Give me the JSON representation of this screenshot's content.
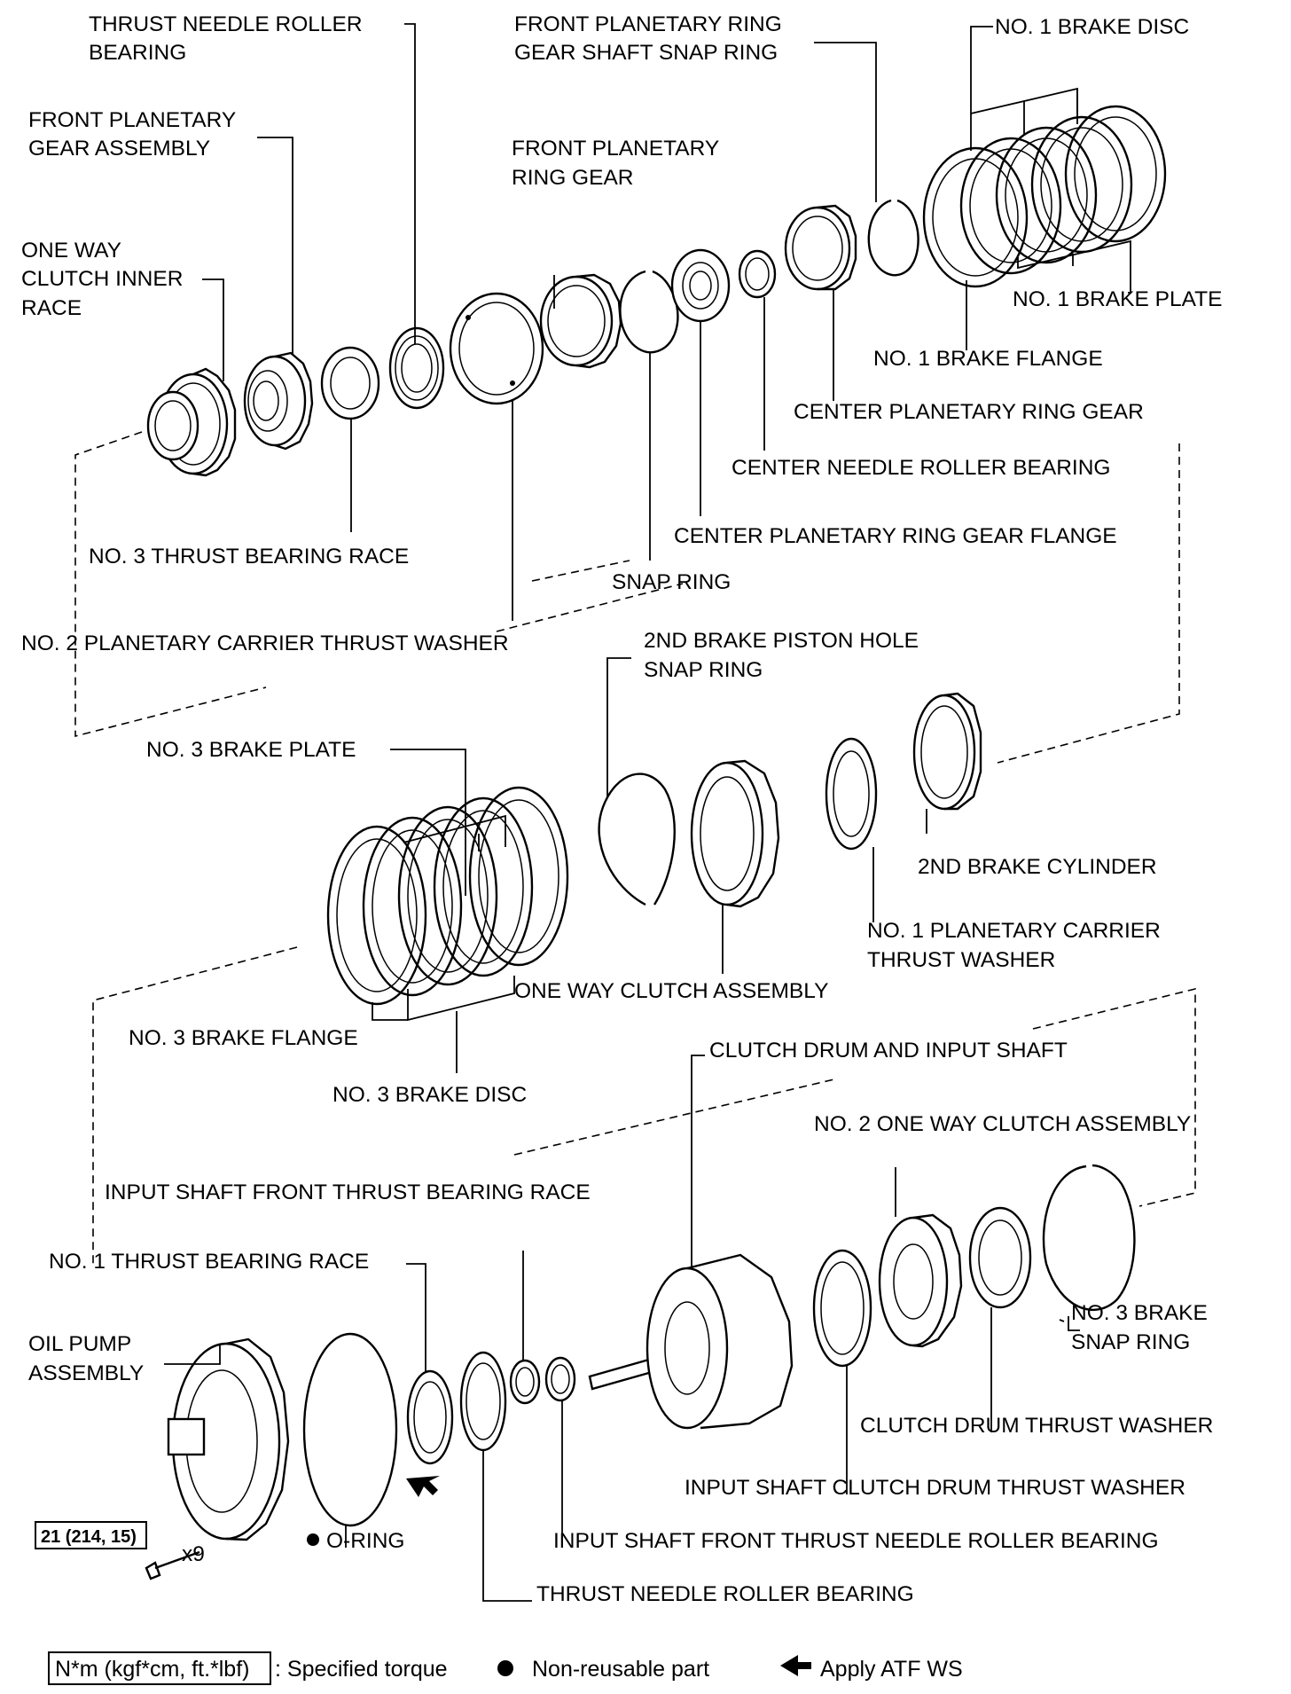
{
  "labels": {
    "thrust_needle_roller_bearing_top": [
      "THRUST NEEDLE ROLLER",
      "BEARING"
    ],
    "front_planetary_ring_gear_shaft_snap_ring": [
      "FRONT PLANETARY RING",
      "GEAR SHAFT SNAP RING"
    ],
    "no1_brake_disc": "NO. 1 BRAKE DISC",
    "front_planetary_gear_assembly": [
      "FRONT PLANETARY",
      "GEAR ASSEMBLY"
    ],
    "front_planetary_ring_gear": [
      "FRONT PLANETARY",
      "RING GEAR"
    ],
    "one_way_clutch_inner_race": [
      "ONE WAY",
      "CLUTCH INNER",
      "RACE"
    ],
    "no1_brake_plate": "NO. 1 BRAKE PLATE",
    "no1_brake_flange": "NO. 1 BRAKE FLANGE",
    "center_planetary_ring_gear": "CENTER PLANETARY RING GEAR",
    "center_needle_roller_bearing": "CENTER NEEDLE ROLLER BEARING",
    "center_planetary_ring_gear_flange": "CENTER PLANETARY RING GEAR FLANGE",
    "no3_thrust_bearing_race": "NO. 3 THRUST BEARING RACE",
    "snap_ring": "SNAP RING",
    "no2_planetary_carrier_thrust_washer": "NO. 2 PLANETARY CARRIER THRUST WASHER",
    "second_brake_piston_hole_snap_ring": [
      "2ND BRAKE PISTON HOLE",
      "SNAP RING"
    ],
    "no3_brake_plate": "NO. 3 BRAKE PLATE",
    "second_brake_cylinder": "2ND BRAKE CYLINDER",
    "no1_planetary_carrier_thrust_washer": [
      "NO. 1 PLANETARY CARRIER",
      "THRUST WASHER"
    ],
    "one_way_clutch_assembly": "ONE WAY CLUTCH ASSEMBLY",
    "no3_brake_flange": "NO. 3 BRAKE FLANGE",
    "clutch_drum_and_input_shaft": "CLUTCH DRUM AND INPUT SHAFT",
    "no3_brake_disc": "NO. 3 BRAKE DISC",
    "no2_one_way_clutch_assembly": "NO. 2 ONE WAY CLUTCH ASSEMBLY",
    "input_shaft_front_thrust_bearing_race": "INPUT SHAFT FRONT THRUST BEARING RACE",
    "no1_thrust_bearing_race": "NO. 1 THRUST BEARING RACE",
    "no3_brake_snap_ring": [
      "NO. 3 BRAKE",
      "SNAP RING"
    ],
    "oil_pump_assembly": [
      "OIL PUMP",
      "ASSEMBLY"
    ],
    "clutch_drum_thrust_washer": "CLUTCH DRUM THRUST WASHER",
    "input_shaft_clutch_drum_thrust_washer": "INPUT SHAFT CLUTCH DRUM THRUST WASHER",
    "input_shaft_front_thrust_needle_roller_bearing": "INPUT SHAFT FRONT THRUST NEEDLE ROLLER BEARING",
    "o_ring": "O-RING",
    "thrust_needle_roller_bearing_bottom": "THRUST NEEDLE ROLLER BEARING"
  },
  "torque_spec": "21 (214, 15)",
  "bolt_count": "x9",
  "legend": {
    "torque_box": "N*m (kgf*cm, ft.*lbf)",
    "torque_text": ": Specified torque",
    "nonreusable_text": "Non-reusable part",
    "atf_text": "Apply ATF WS"
  }
}
